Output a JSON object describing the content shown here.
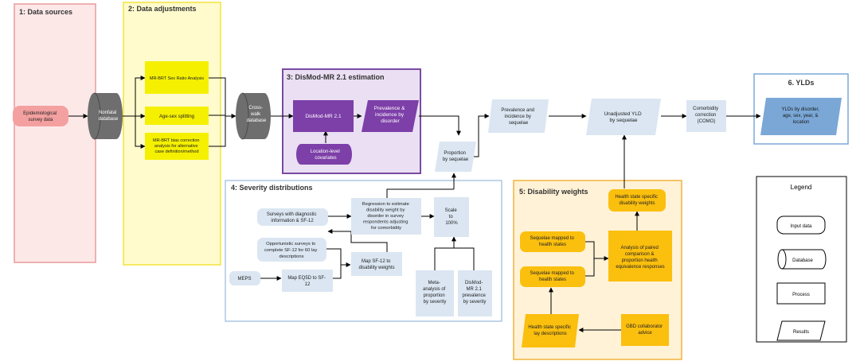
{
  "colors": {
    "sec1_fill": "#fde8e8",
    "sec1_stroke": "#e89a9a",
    "sec2_fill": "#fffbcc",
    "sec2_stroke": "#f2e33a",
    "sec3_fill": "#eadff3",
    "sec3_stroke": "#7a4aa6",
    "sec4_fill": "#ffffff",
    "sec4_stroke": "#9ab9dc",
    "sec5_fill": "#fff2d6",
    "sec5_stroke": "#f2b33d",
    "sec6_fill": "#ffffff",
    "sec6_stroke": "#7ba9d8",
    "input_pink": "#f4a0a0",
    "db_gray": "#6e6e6e",
    "yellow_box": "#f5f000",
    "purple_box": "#7d3fa8",
    "light_blue": "#dbe6f2",
    "blue_box": "#7aa7d6",
    "orange_box": "#fbbf0e",
    "edge": "#000000",
    "legend_stroke": "#000000"
  },
  "sections": {
    "s1": "1: Data sources",
    "s2": "2: Data adjustments",
    "s3": "3: DisMod-MR 2.1 estimation",
    "s4": "4: Severity distributions",
    "s5": "5: Disability weights",
    "s6": "6. YLDs"
  },
  "nodes": {
    "epi": [
      "Epidemiological",
      "survey data"
    ],
    "nonfatal": [
      "Nonfatal",
      "database"
    ],
    "mrbrt_sex": [
      "MR-BRT Sex Ratio Analysis"
    ],
    "agesex": [
      "Age-sex splitting"
    ],
    "mrbrt_bias": [
      "MR-BRT bias correction",
      "analysis for alternative",
      "case definition/method"
    ],
    "crosswalk": [
      "Cross-",
      "walk",
      "database"
    ],
    "dismod": [
      "DisMod-MR 2.1"
    ],
    "prev_inc_dis": [
      "Prevalence &",
      "incidence by",
      "disorder"
    ],
    "loc_cov": [
      "Location-level",
      "covariates"
    ],
    "prop_seq": [
      "Proportion",
      "by sequelae"
    ],
    "prev_inc_seq": [
      "Prevalence and",
      "incidence by",
      "sequelae"
    ],
    "unadj_yld": [
      "Unadjusted YLD",
      "by sequelae"
    ],
    "como": [
      "Comorbidity",
      "correction",
      "(COMO)"
    ],
    "yld_out": [
      "YLDs by disorder,",
      "age, sex, year, &",
      "location"
    ],
    "surveys_diag": [
      "Surveys with diagnostic",
      "information & SF-12"
    ],
    "regression": [
      "Regression to estimate",
      "disability weight by",
      "disorder in survey",
      "respondents adjusting",
      "for comorbidity"
    ],
    "scale": [
      "Scale",
      "to",
      "100%"
    ],
    "opportunistic": [
      "Opportunistic surveys to",
      "complete SF-12 for 60 lay",
      "descriptions"
    ],
    "map_sf12": [
      "Map SF-12 to",
      "disability weights"
    ],
    "meps": [
      "MEPS"
    ],
    "map_eq5d": [
      "Map EQ5D to SF-",
      "12"
    ],
    "meta": [
      "Meta-",
      "analysis of",
      "proportion",
      "by severity"
    ],
    "dismod_prev": [
      "DisMod-",
      "MR 2.1",
      "prevalence",
      "by severity"
    ],
    "hs_weights": [
      "Health state specific",
      "disability weights"
    ],
    "seq_map1": [
      "Sequelae mapped to",
      "health states"
    ],
    "seq_map2": [
      "Sequelae mapped to",
      "health states"
    ],
    "paired": [
      "Analysis of paired",
      "comparison &",
      "proportion health",
      "equivalence responses"
    ],
    "lay_desc": [
      "Health state specific",
      "lay descriptions"
    ],
    "gbd_advice": [
      "GBD collaborator",
      "advice"
    ]
  },
  "legend": {
    "title": "Legend",
    "input": "Input data",
    "database": "Database",
    "process": "Process",
    "results": "Results"
  }
}
